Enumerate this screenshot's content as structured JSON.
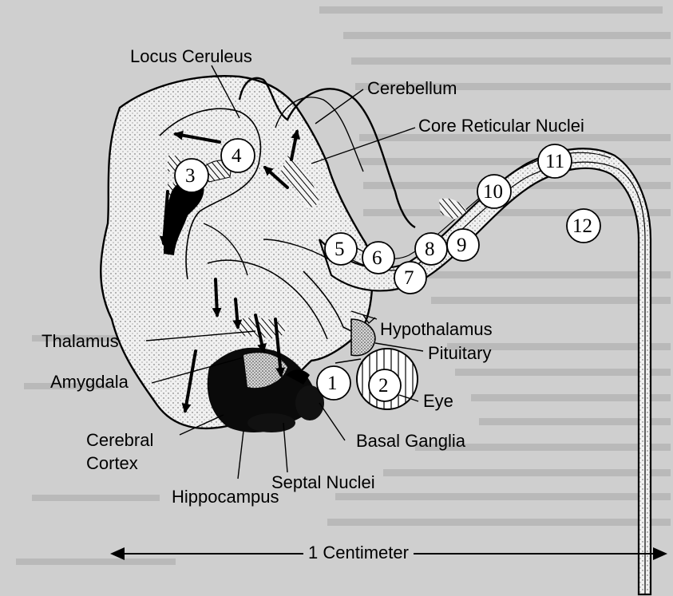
{
  "labels": {
    "locus_ceruleus": "Locus Ceruleus",
    "cerebellum": "Cerebellum",
    "core_reticular_nuclei": "Core Reticular Nuclei",
    "hypothalamus": "Hypothalamus",
    "pituitary": "Pituitary",
    "eye": "Eye",
    "thalamus": "Thalamus",
    "amygdala": "Amygdala",
    "cerebral_cortex_line1": "Cerebral",
    "cerebral_cortex_line2": "Cortex",
    "basal_ganglia": "Basal Ganglia",
    "septal_nuclei": "Septal Nuclei",
    "hippocampus": "Hippocampus",
    "scale": "1 Centimeter"
  },
  "nuclei": [
    {
      "number": "1"
    },
    {
      "number": "2"
    },
    {
      "number": "3"
    },
    {
      "number": "4"
    },
    {
      "number": "5"
    },
    {
      "number": "6"
    },
    {
      "number": "7"
    },
    {
      "number": "8"
    },
    {
      "number": "9"
    },
    {
      "number": "10"
    },
    {
      "number": "11"
    },
    {
      "number": "12"
    }
  ],
  "colors": {
    "page_background": "#cfcfcf",
    "brain_fill": "#efefef",
    "ink": "#000000"
  }
}
